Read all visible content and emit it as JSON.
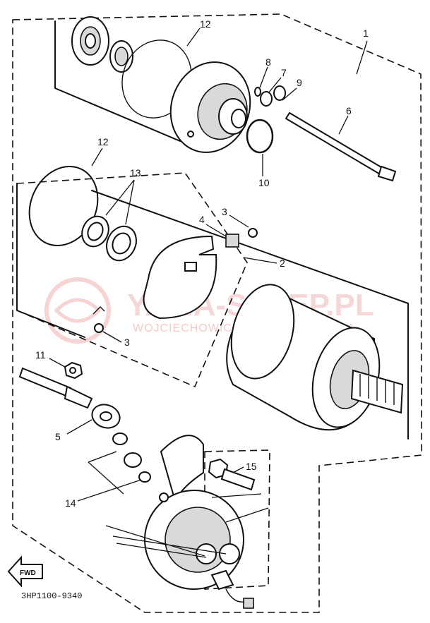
{
  "labels": {
    "n1": "1",
    "n2": "2",
    "n3a": "3",
    "n3b": "3",
    "n4": "4",
    "n5": "5",
    "n6": "6",
    "n7": "7",
    "n8": "8",
    "n9": "9",
    "n10": "10",
    "n11": "11",
    "n12a": "12",
    "n12b": "12",
    "n13": "13",
    "n14": "14",
    "n15": "15",
    "fwd": "FWD",
    "code": "3HP1100-9340"
  },
  "watermark": {
    "title": "YAMA-SKLEP.PL",
    "subtitle": "WOJCIECHOWICZ | DEALER YAMAHA",
    "color": "#e88a8a"
  }
}
